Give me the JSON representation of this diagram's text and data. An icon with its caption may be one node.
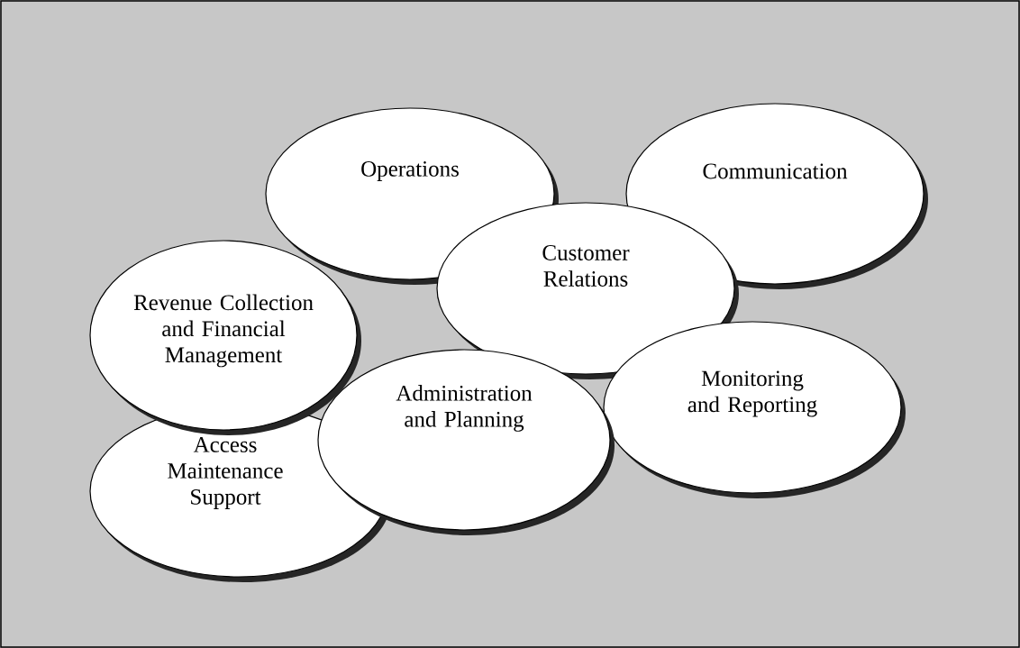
{
  "diagram": {
    "nodes": [
      {
        "text": [
          "Operations"
        ]
      },
      {
        "text": [
          "Communication"
        ]
      },
      {
        "text": [
          "Customer Relations"
        ]
      },
      {
        "text": [
          "Revenue Collection and Financial Management"
        ]
      },
      {
        "text": [
          "Administration and Planning"
        ]
      },
      {
        "text": [
          "Monitoring and Reporting"
        ]
      },
      {
        "text": [
          "Access Maintenance Support"
        ]
      }
    ]
  }
}
